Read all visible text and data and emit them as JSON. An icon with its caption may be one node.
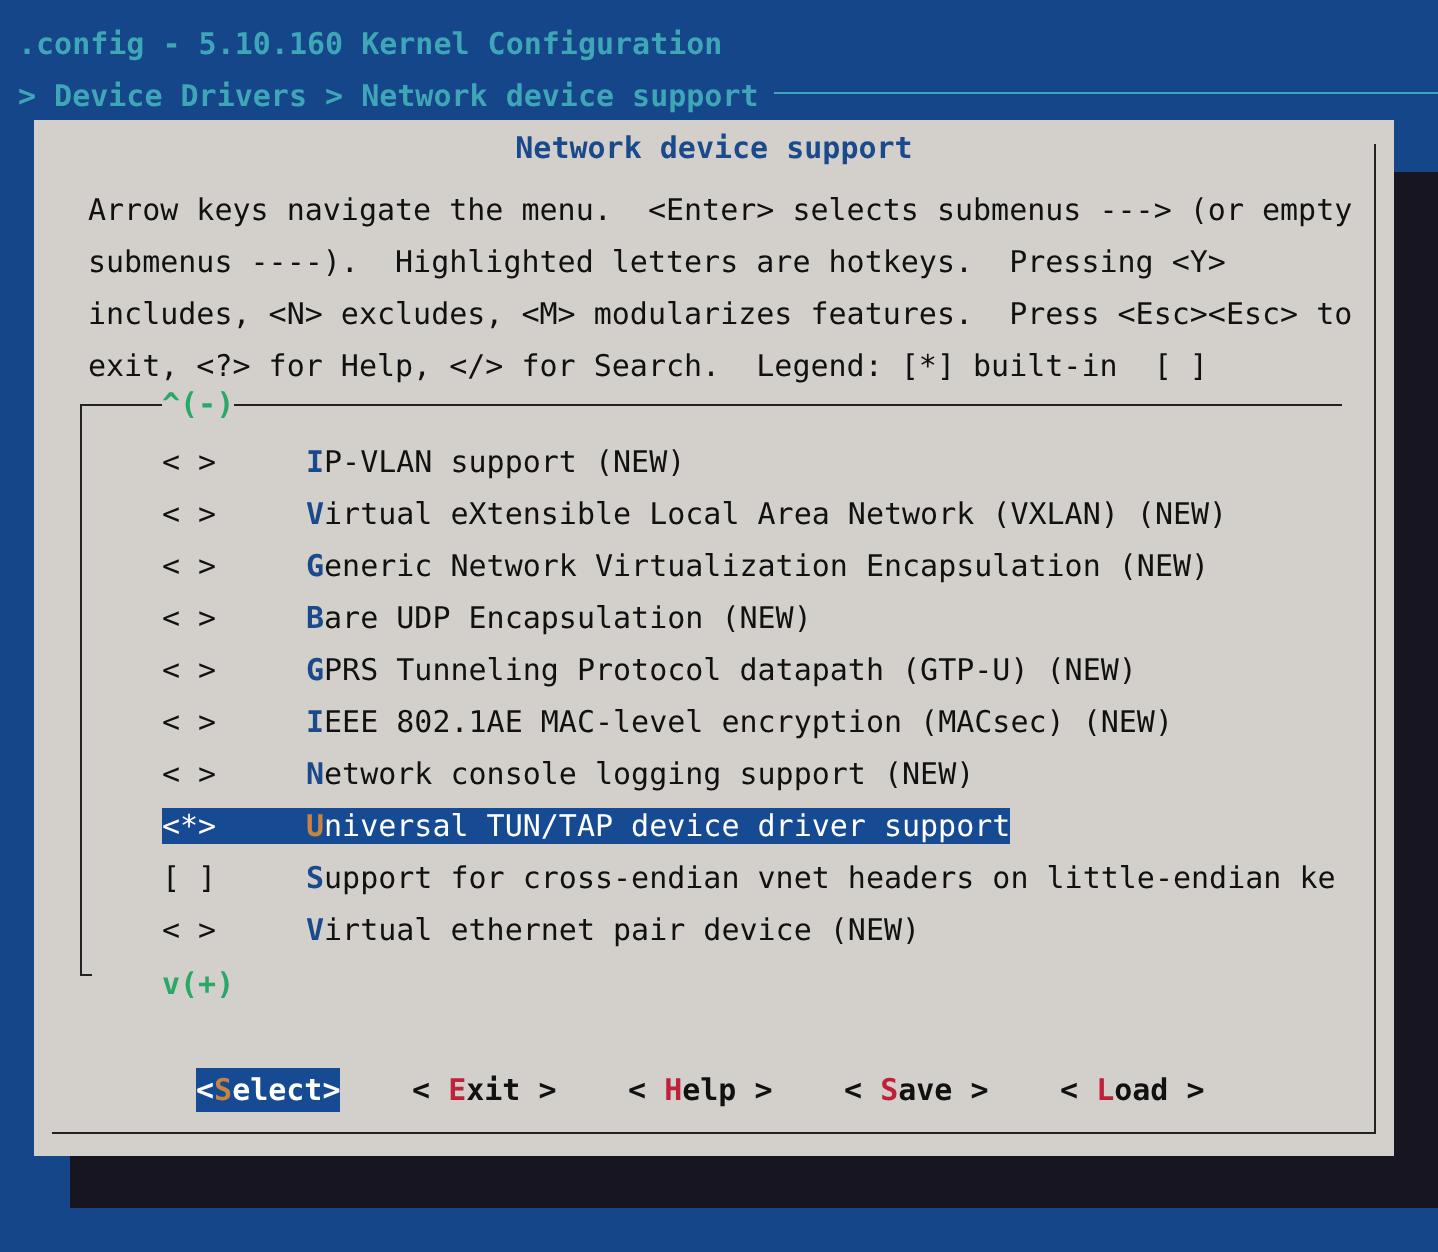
{
  "diagram": {
    "title": ".config - 5.10.160 Kernel Configuration",
    "nodes": [
      {
        "text": [
          "Network device support",
          "Arrow keys navigate the menu.  <Enter> selects submenus ---> (or empty submenus ----).  Highlighted letters are hotkeys.  Pressing <Y> includes, <N> excludes, <M> modularizes features.  Press <Esc><Esc> to exit, <?> for Help, </> for Search.  Legend: [*] built-in  [ ]"
        ]
      },
      {
        "text": [],
        "shape": "box",
        "in": 0
      }
    ],
    "labels": [
      "> Device Drivers > Network device support",
      "^(-)",
      "< >",
      "IP-VLAN support (NEW)",
      "< >",
      "Virtual eXtensible Local Area Network (VXLAN) (NEW)",
      "< >",
      "Generic Network Virtualization Encapsulation (NEW)",
      "< >",
      "Bare UDP Encapsulation (NEW)",
      "< >",
      "GPRS Tunneling Protocol datapath (GTP-U) (NEW)",
      "< >",
      "IEEE 802.1AE MAC-level encryption (MACsec) (NEW)",
      "< >",
      "Network console logging support (NEW)",
      "<*>",
      "Universal TUN/TAP device driver support",
      "[ ]",
      "Support for cross-endian vnet headers on little-endian ke",
      "< >",
      "Virtual ethernet pair device (NEW)",
      "v(+)",
      "<Select>",
      "< Exit >",
      "< Help >",
      "< Save >",
      "< Load >"
    ]
  }
}
